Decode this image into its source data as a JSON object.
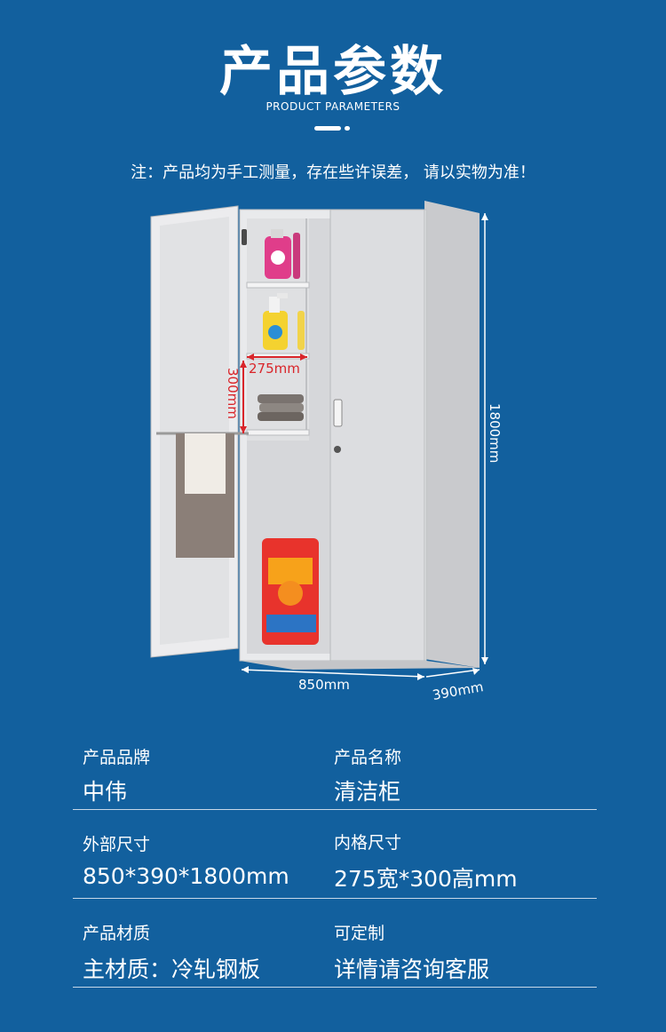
{
  "header": {
    "title": "产品参数",
    "subtitle": "PRODUCT PARAMETERS",
    "note": "注：产品均为手工测量，存在些许误差， 请以实物为准！"
  },
  "dimensions": {
    "height": "1800mm",
    "width": "850mm",
    "depth": "390mm",
    "inner_width": "275mm",
    "inner_height": "300mm"
  },
  "specs": [
    {
      "label": "产品品牌",
      "value": "中伟"
    },
    {
      "label": "产品名称",
      "value": "清洁柜"
    },
    {
      "label": "外部尺寸",
      "value": "850*390*1800mm"
    },
    {
      "label": "内格尺寸",
      "value": "275宽*300高mm"
    },
    {
      "label": "产品材质",
      "value": "主材质：冷轧钢板"
    },
    {
      "label": "可定制",
      "value": "详情请咨询客服"
    }
  ],
  "colors": {
    "background": "#12609e",
    "measure_red": "#d9252a",
    "cabinet_grey": "#e3e4e6"
  }
}
